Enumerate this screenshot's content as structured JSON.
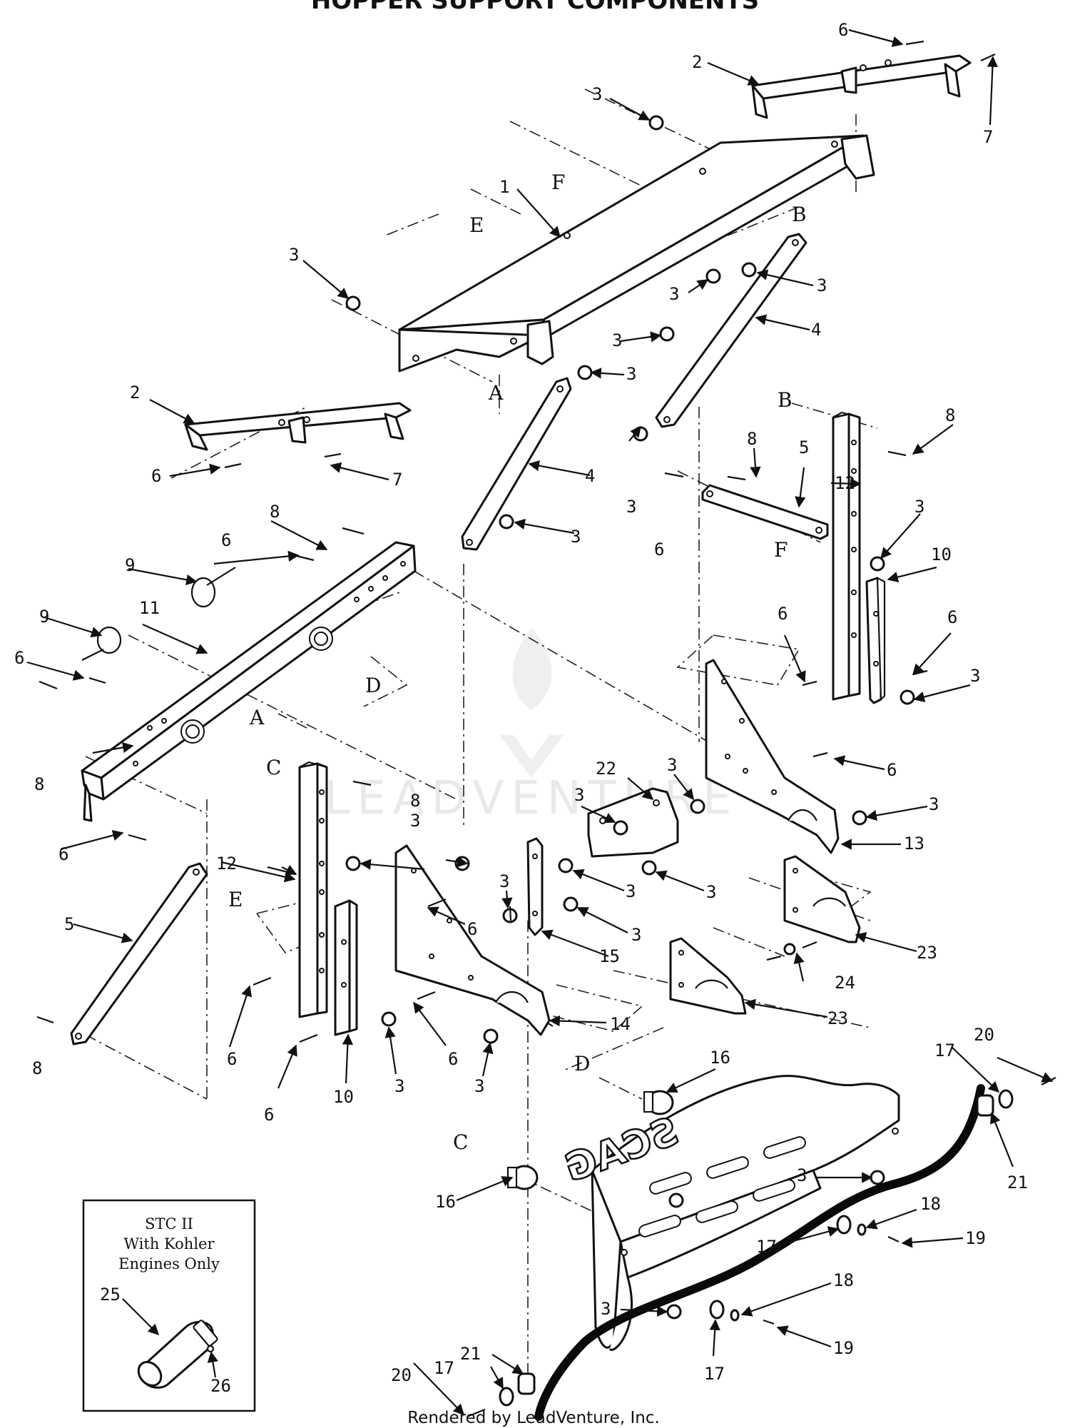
{
  "title": "HOPPER SUPPORT COMPONENTS",
  "footer": "Rendered by LeadVenture, Inc.",
  "watermark": "LEADVENTURE",
  "inset": {
    "lines": [
      "STC II",
      "With Kohler",
      "Engines Only"
    ],
    "callouts": [
      "25",
      "26"
    ]
  },
  "brand_mark": "SCAG",
  "reference_letters": [
    "A",
    "B",
    "C",
    "D",
    "E",
    "F"
  ],
  "callouts": [
    "1",
    "2",
    "3",
    "4",
    "5",
    "6",
    "7",
    "8",
    "9",
    "10",
    "11",
    "12",
    "13",
    "14",
    "15",
    "16",
    "17",
    "18",
    "19",
    "20",
    "21",
    "22",
    "23",
    "24"
  ]
}
